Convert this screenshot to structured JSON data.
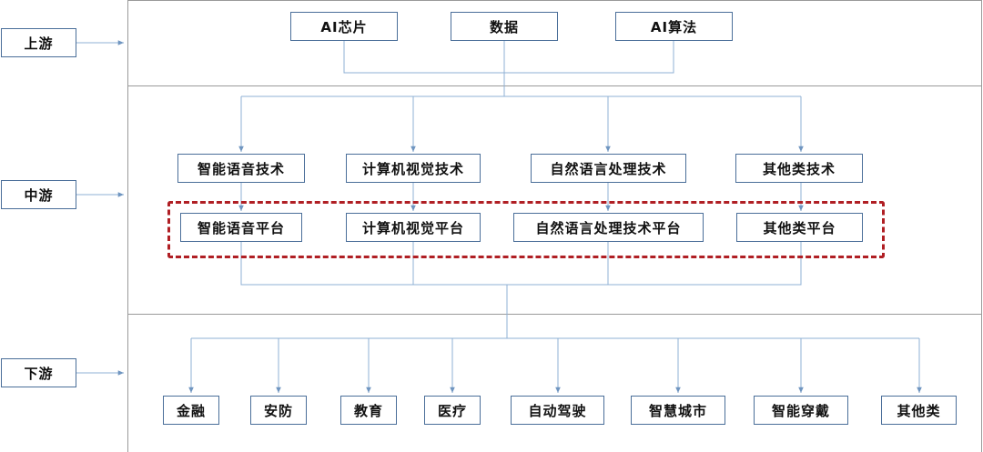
{
  "stages": {
    "upstream": "上游",
    "midstream": "中游",
    "downstream": "下游"
  },
  "upstream_items": [
    "AI芯片",
    "数据",
    "AI算法"
  ],
  "technologies": [
    "智能语音技术",
    "计算机视觉技术",
    "自然语言处理技术",
    "其他类技术"
  ],
  "platforms": [
    "智能语音平台",
    "计算机视觉平台",
    "自然语言处理技术平台",
    "其他类平台"
  ],
  "applications": [
    "金融",
    "安防",
    "教育",
    "医疗",
    "自动驾驶",
    "智慧城市",
    "智能穿戴",
    "其他类"
  ],
  "colors": {
    "box_border": "#4a6e99",
    "connector": "#8fb0d4",
    "highlight_frame": "#b01f24",
    "band_border": "#9a9a9a"
  }
}
